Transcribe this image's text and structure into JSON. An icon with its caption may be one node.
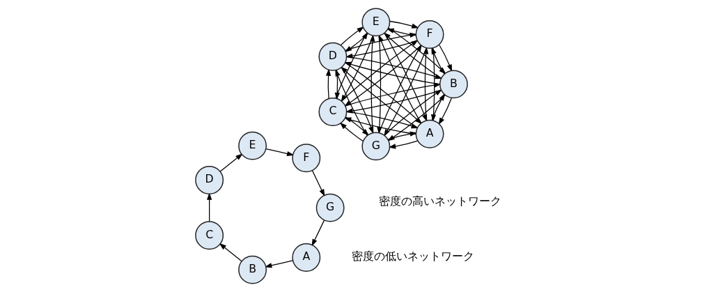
{
  "diagram": {
    "nodes": [
      {
        "text": [
          "A"
        ]
      },
      {
        "text": [
          "B"
        ]
      },
      {
        "text": [
          "C"
        ]
      },
      {
        "text": [
          "D"
        ]
      },
      {
        "text": [
          "E"
        ]
      },
      {
        "text": [
          "F"
        ]
      },
      {
        "text": [
          "G"
        ]
      },
      {
        "text": [
          "A"
        ]
      },
      {
        "text": [
          "B"
        ]
      },
      {
        "text": [
          "C"
        ]
      },
      {
        "text": [
          "D"
        ]
      },
      {
        "text": [
          "E"
        ]
      },
      {
        "text": [
          "F"
        ]
      },
      {
        "text": [
          "G"
        ]
      }
    ],
    "edges": [
      {
        "from": 0,
        "to": 1,
        "arrow": "to"
      },
      {
        "from": 1,
        "to": 2,
        "arrow": "to"
      },
      {
        "from": 2,
        "to": 3,
        "arrow": "to"
      },
      {
        "from": 3,
        "to": 4,
        "arrow": "to"
      },
      {
        "from": 4,
        "to": 5,
        "arrow": "to"
      },
      {
        "from": 5,
        "to": 6,
        "arrow": "to"
      },
      {
        "from": 6,
        "to": 0,
        "arrow": "to"
      },
      {
        "from": 7,
        "to": 8,
        "arrow": "to"
      },
      {
        "from": 7,
        "to": 9,
        "arrow": "to"
      },
      {
        "from": 7,
        "to": 10,
        "arrow": "to"
      },
      {
        "from": 7,
        "to": 11,
        "arrow": "to"
      },
      {
        "from": 7,
        "to": 12,
        "arrow": "to"
      },
      {
        "from": 7,
        "to": 13,
        "arrow": "to"
      },
      {
        "from": 8,
        "to": 7,
        "arrow": "to"
      },
      {
        "from": 8,
        "to": 9,
        "arrow": "to"
      },
      {
        "from": 8,
        "to": 10,
        "arrow": "to"
      },
      {
        "from": 8,
        "to": 11,
        "arrow": "to"
      },
      {
        "from": 8,
        "to": 12,
        "arrow": "to"
      },
      {
        "from": 8,
        "to": 13,
        "arrow": "to"
      },
      {
        "from": 9,
        "to": 7,
        "arrow": "to"
      },
      {
        "from": 9,
        "to": 8,
        "arrow": "to"
      },
      {
        "from": 9,
        "to": 10,
        "arrow": "to"
      },
      {
        "from": 9,
        "to": 11,
        "arrow": "to"
      },
      {
        "from": 9,
        "to": 12,
        "arrow": "to"
      },
      {
        "from": 9,
        "to": 13,
        "arrow": "to"
      },
      {
        "from": 10,
        "to": 7,
        "arrow": "to"
      },
      {
        "from": 10,
        "to": 8,
        "arrow": "to"
      },
      {
        "from": 10,
        "to": 9,
        "arrow": "to"
      },
      {
        "from": 10,
        "to": 11,
        "arrow": "to"
      },
      {
        "from": 10,
        "to": 12,
        "arrow": "to"
      },
      {
        "from": 10,
        "to": 13,
        "arrow": "to"
      },
      {
        "from": 11,
        "to": 7,
        "arrow": "to"
      },
      {
        "from": 11,
        "to": 8,
        "arrow": "to"
      },
      {
        "from": 11,
        "to": 9,
        "arrow": "to"
      },
      {
        "from": 11,
        "to": 10,
        "arrow": "to"
      },
      {
        "from": 11,
        "to": 12,
        "arrow": "to"
      },
      {
        "from": 11,
        "to": 13,
        "arrow": "to"
      },
      {
        "from": 12,
        "to": 7,
        "arrow": "to"
      },
      {
        "from": 12,
        "to": 8,
        "arrow": "to"
      },
      {
        "from": 12,
        "to": 9,
        "arrow": "to"
      },
      {
        "from": 12,
        "to": 10,
        "arrow": "to"
      },
      {
        "from": 12,
        "to": 11,
        "arrow": "to"
      },
      {
        "from": 12,
        "to": 13,
        "arrow": "to"
      },
      {
        "from": 13,
        "to": 7,
        "arrow": "to"
      },
      {
        "from": 13,
        "to": 8,
        "arrow": "to"
      },
      {
        "from": 13,
        "to": 9,
        "arrow": "to"
      },
      {
        "from": 13,
        "to": 10,
        "arrow": "to"
      },
      {
        "from": 13,
        "to": 11,
        "arrow": "to"
      },
      {
        "from": 13,
        "to": 12,
        "arrow": "to"
      }
    ],
    "labels": [
      "密度の低いネットワーク",
      "密度の高いネットワーク"
    ]
  }
}
